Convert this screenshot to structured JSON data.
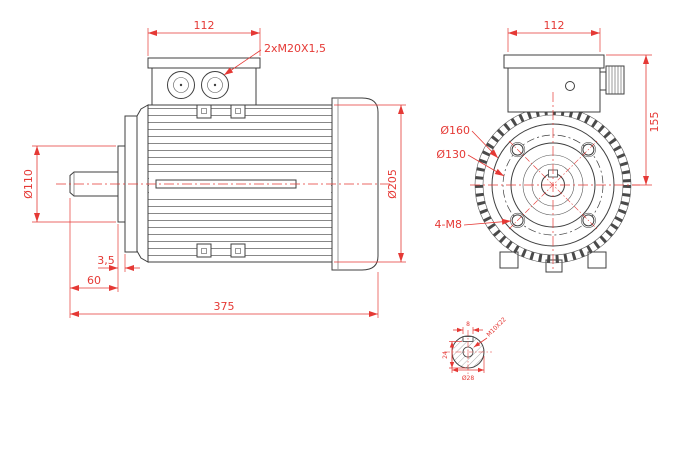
{
  "colors": {
    "dimension": "#e53935",
    "outline": "#3f3f3f"
  },
  "side_view": {
    "terminal_box_width": "112",
    "gland_label": "2xM20X1,5",
    "spigot_diameter": "Ø110",
    "frame_diameter": "Ø205",
    "spigot_depth": "3,5",
    "shaft_length": "60",
    "overall_length": "375"
  },
  "front_view": {
    "terminal_box_width": "112",
    "center_height": "155",
    "flange_diameter": "Ø160",
    "bolt_circle_diameter": "Ø130",
    "mounting_holes": "4-M8"
  },
  "shaft_detail": {
    "keyway_width": "8",
    "center_tap": "M10X22",
    "key_height": "24",
    "shaft_diameter": "Ø28"
  }
}
